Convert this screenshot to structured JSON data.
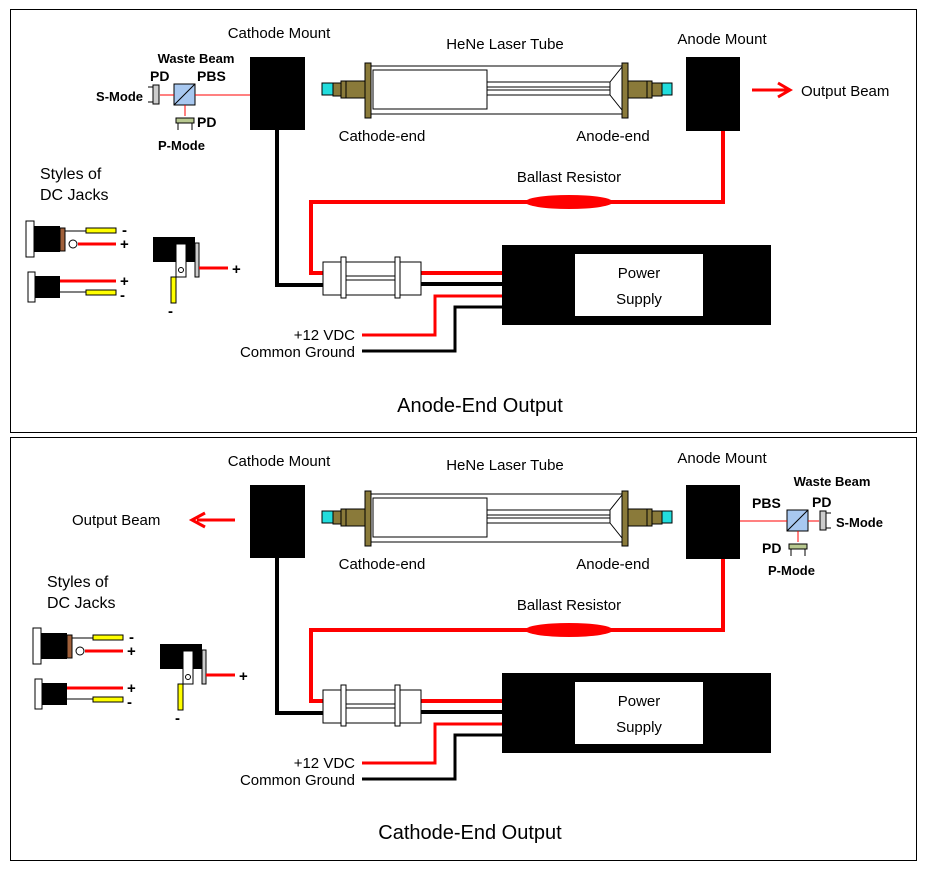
{
  "colors": {
    "wire_pos": "#ff0000",
    "wire_neg": "#000000",
    "brass": "#8a7a3a",
    "window": "#22dddd",
    "pbs": "#a8c8f0",
    "pd": "#b8c890"
  },
  "panels": [
    {
      "title": "Anode-End Output",
      "output_side": "anode",
      "labels": {
        "cathode_mount": "Cathode Mount",
        "tube": "HeNe Laser Tube",
        "anode_mount": "Anode Mount",
        "cathode_end": "Cathode-end",
        "anode_end": "Anode-end",
        "output_beam": "Output Beam",
        "ballast": "Ballast Resistor",
        "ps_line1": "Power",
        "ps_line2": "Supply",
        "vdc": "+12 VDC",
        "ground": "Common Ground",
        "jacks_line1": "Styles of",
        "jacks_line2": "DC Jacks",
        "waste_beam": "Waste Beam",
        "pbs": "PBS",
        "pd_s": "PD",
        "s_mode": "S-Mode",
        "pd_p": "PD",
        "p_mode": "P-Mode",
        "minus": "-",
        "plus": "+"
      }
    },
    {
      "title": "Cathode-End Output",
      "output_side": "cathode",
      "labels": {
        "cathode_mount": "Cathode Mount",
        "tube": "HeNe Laser Tube",
        "anode_mount": "Anode Mount",
        "cathode_end": "Cathode-end",
        "anode_end": "Anode-end",
        "output_beam": "Output Beam",
        "ballast": "Ballast Resistor",
        "ps_line1": "Power",
        "ps_line2": "Supply",
        "vdc": "+12 VDC",
        "ground": "Common Ground",
        "jacks_line1": "Styles of",
        "jacks_line2": "DC Jacks",
        "waste_beam": "Waste Beam",
        "pbs": "PBS",
        "pd_s": "PD",
        "s_mode": "S-Mode",
        "pd_p": "PD",
        "p_mode": "P-Mode",
        "minus": "-",
        "plus": "+"
      }
    }
  ]
}
